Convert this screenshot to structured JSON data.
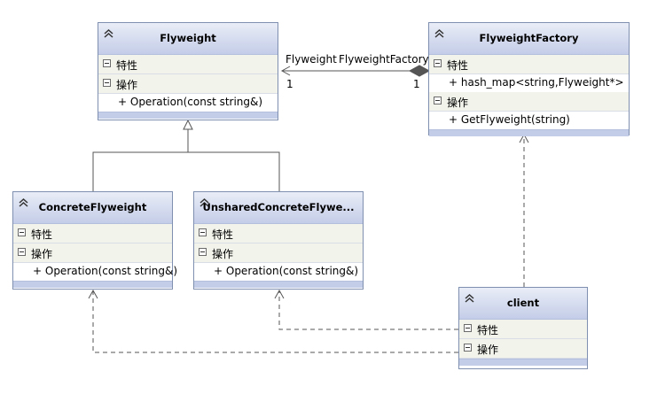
{
  "classes": {
    "flyweight": {
      "name": "Flyweight",
      "attributes_label": "特性",
      "operations_label": "操作",
      "operations": [
        "+ Operation(const string&)"
      ]
    },
    "factory": {
      "name": "FlyweightFactory",
      "attributes_label": "特性",
      "attributes": [
        "+ hash_map<string,Flyweight*>"
      ],
      "operations_label": "操作",
      "operations": [
        "+ GetFlyweight(string)"
      ]
    },
    "concrete": {
      "name": "ConcreteFlyweight",
      "attributes_label": "特性",
      "operations_label": "操作",
      "operations": [
        "+ Operation(const string&)"
      ]
    },
    "unshared": {
      "name": "UnsharedConcreteFlywe...",
      "attributes_label": "特性",
      "operations_label": "操作",
      "operations": [
        "+ Operation(const string&)"
      ]
    },
    "client": {
      "name": "client",
      "attributes_label": "特性",
      "operations_label": "操作"
    }
  },
  "association": {
    "role_left": "Flyweight",
    "role_right": "FlyweightFactory",
    "mult_left": "1",
    "mult_right": "1"
  },
  "colors": {
    "border": "#7f8fb0",
    "header": "#c4cde8",
    "section": "#f2f4ec",
    "line": "#555555"
  }
}
